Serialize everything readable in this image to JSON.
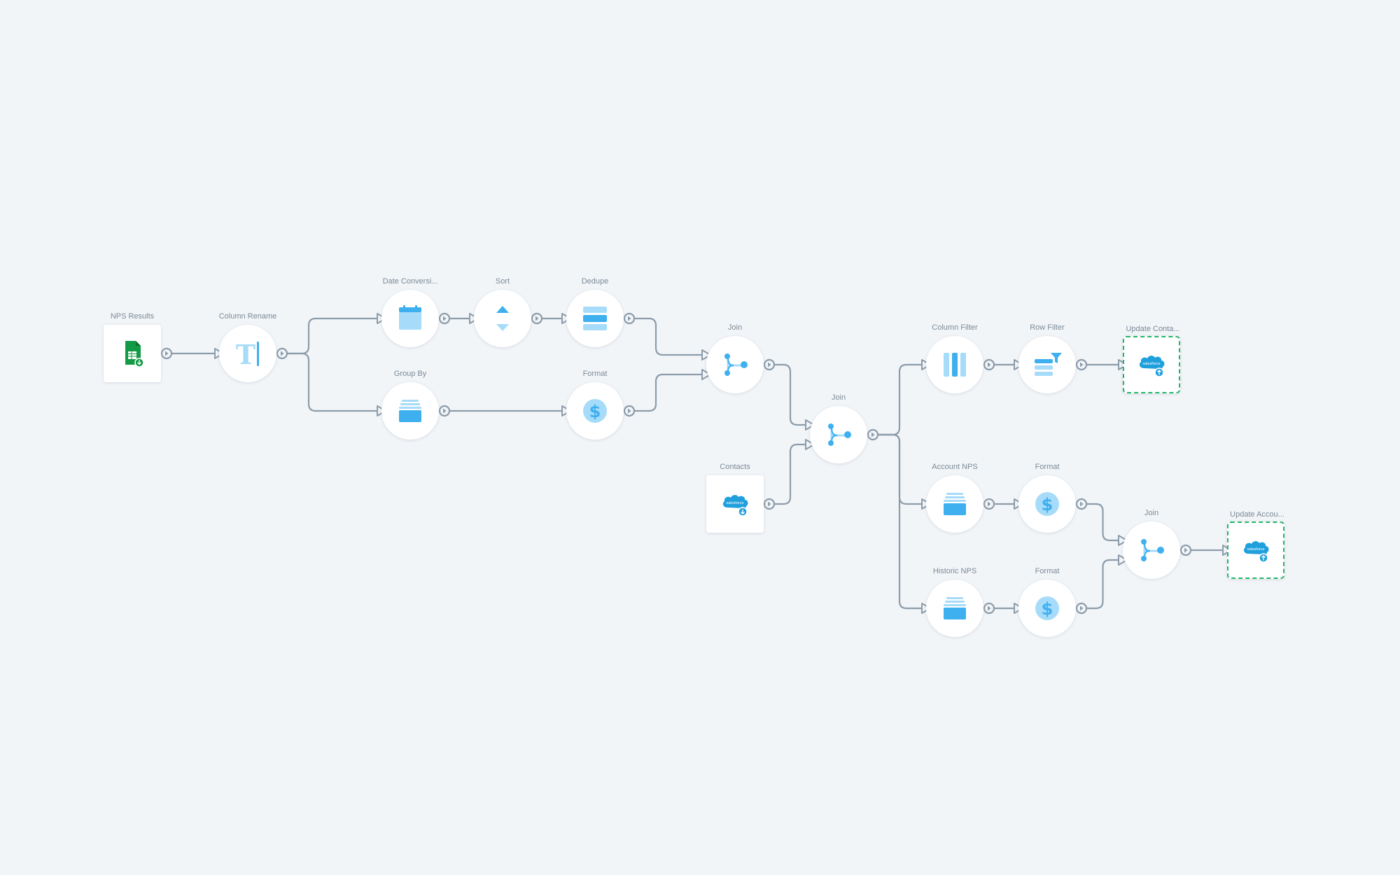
{
  "colors": {
    "background": "#f2f5f8",
    "edge": "#8c9caa",
    "icon_light": "#a6dbfa",
    "icon_blue": "#3eb0f0",
    "green": "#139a45",
    "dest_border": "#22b56b"
  },
  "nodes": [
    {
      "id": "nps",
      "label": "NPS Results",
      "icon": "google-sheets-input-icon"
    },
    {
      "id": "rename",
      "label": "Column Rename",
      "icon": "text-cursor-icon"
    },
    {
      "id": "date",
      "label": "Date Conversi...",
      "icon": "calendar-icon"
    },
    {
      "id": "sort",
      "label": "Sort",
      "icon": "sort-arrows-icon"
    },
    {
      "id": "dedupe",
      "label": "Dedupe",
      "icon": "stack-rows-icon"
    },
    {
      "id": "groupby",
      "label": "Group By",
      "icon": "layers-icon"
    },
    {
      "id": "format1",
      "label": "Format",
      "icon": "dollar-icon"
    },
    {
      "id": "join1",
      "label": "Join",
      "icon": "join-branch-icon"
    },
    {
      "id": "contacts",
      "label": "Contacts",
      "icon": "salesforce-input-icon"
    },
    {
      "id": "join2",
      "label": "Join",
      "icon": "join-branch-icon"
    },
    {
      "id": "colfilter",
      "label": "Column Filter",
      "icon": "columns-icon"
    },
    {
      "id": "rowfilter",
      "label": "Row Filter",
      "icon": "row-filter-icon"
    },
    {
      "id": "updcont",
      "label": "Update Conta...",
      "icon": "salesforce-output-icon"
    },
    {
      "id": "accnps",
      "label": "Account NPS",
      "icon": "layers-icon"
    },
    {
      "id": "format2",
      "label": "Format",
      "icon": "dollar-icon"
    },
    {
      "id": "histnps",
      "label": "Historic NPS",
      "icon": "layers-icon"
    },
    {
      "id": "format3",
      "label": "Format",
      "icon": "dollar-icon"
    },
    {
      "id": "join3",
      "label": "Join",
      "icon": "join-branch-icon"
    },
    {
      "id": "updacc",
      "label": "Update Accou...",
      "icon": "salesforce-output-icon"
    }
  ],
  "edges": [
    {
      "from": "nps",
      "to": "rename"
    },
    {
      "from": "rename",
      "to": "date"
    },
    {
      "from": "rename",
      "to": "groupby"
    },
    {
      "from": "date",
      "to": "sort"
    },
    {
      "from": "sort",
      "to": "dedupe"
    },
    {
      "from": "groupby",
      "to": "format1"
    },
    {
      "from": "dedupe",
      "to": "join1",
      "port": "1"
    },
    {
      "from": "format1",
      "to": "join1",
      "port": "2"
    },
    {
      "from": "join1",
      "to": "join2",
      "port": "1"
    },
    {
      "from": "contacts",
      "to": "join2",
      "port": "2"
    },
    {
      "from": "join2",
      "to": "colfilter"
    },
    {
      "from": "join2",
      "to": "accnps"
    },
    {
      "from": "join2",
      "to": "histnps"
    },
    {
      "from": "colfilter",
      "to": "rowfilter"
    },
    {
      "from": "rowfilter",
      "to": "updcont"
    },
    {
      "from": "accnps",
      "to": "format2"
    },
    {
      "from": "histnps",
      "to": "format3"
    },
    {
      "from": "format2",
      "to": "join3",
      "port": "1"
    },
    {
      "from": "format3",
      "to": "join3",
      "port": "2"
    },
    {
      "from": "join3",
      "to": "updacc"
    }
  ],
  "salesforce_logo_text": "salesforce"
}
